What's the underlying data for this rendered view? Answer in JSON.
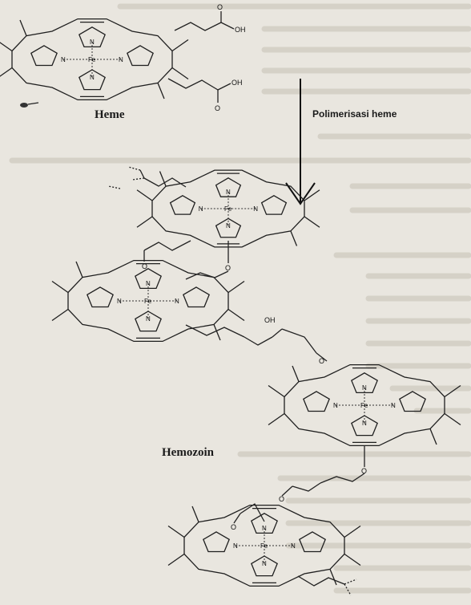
{
  "labels": {
    "heme": "Heme",
    "polymerization": "Polimerisasi heme",
    "hemozoin": "Hemozoin"
  },
  "atoms": {
    "iron": "Fe",
    "nitrogen": "N",
    "oxygen": "O",
    "hydroxyl": "OH"
  }
}
